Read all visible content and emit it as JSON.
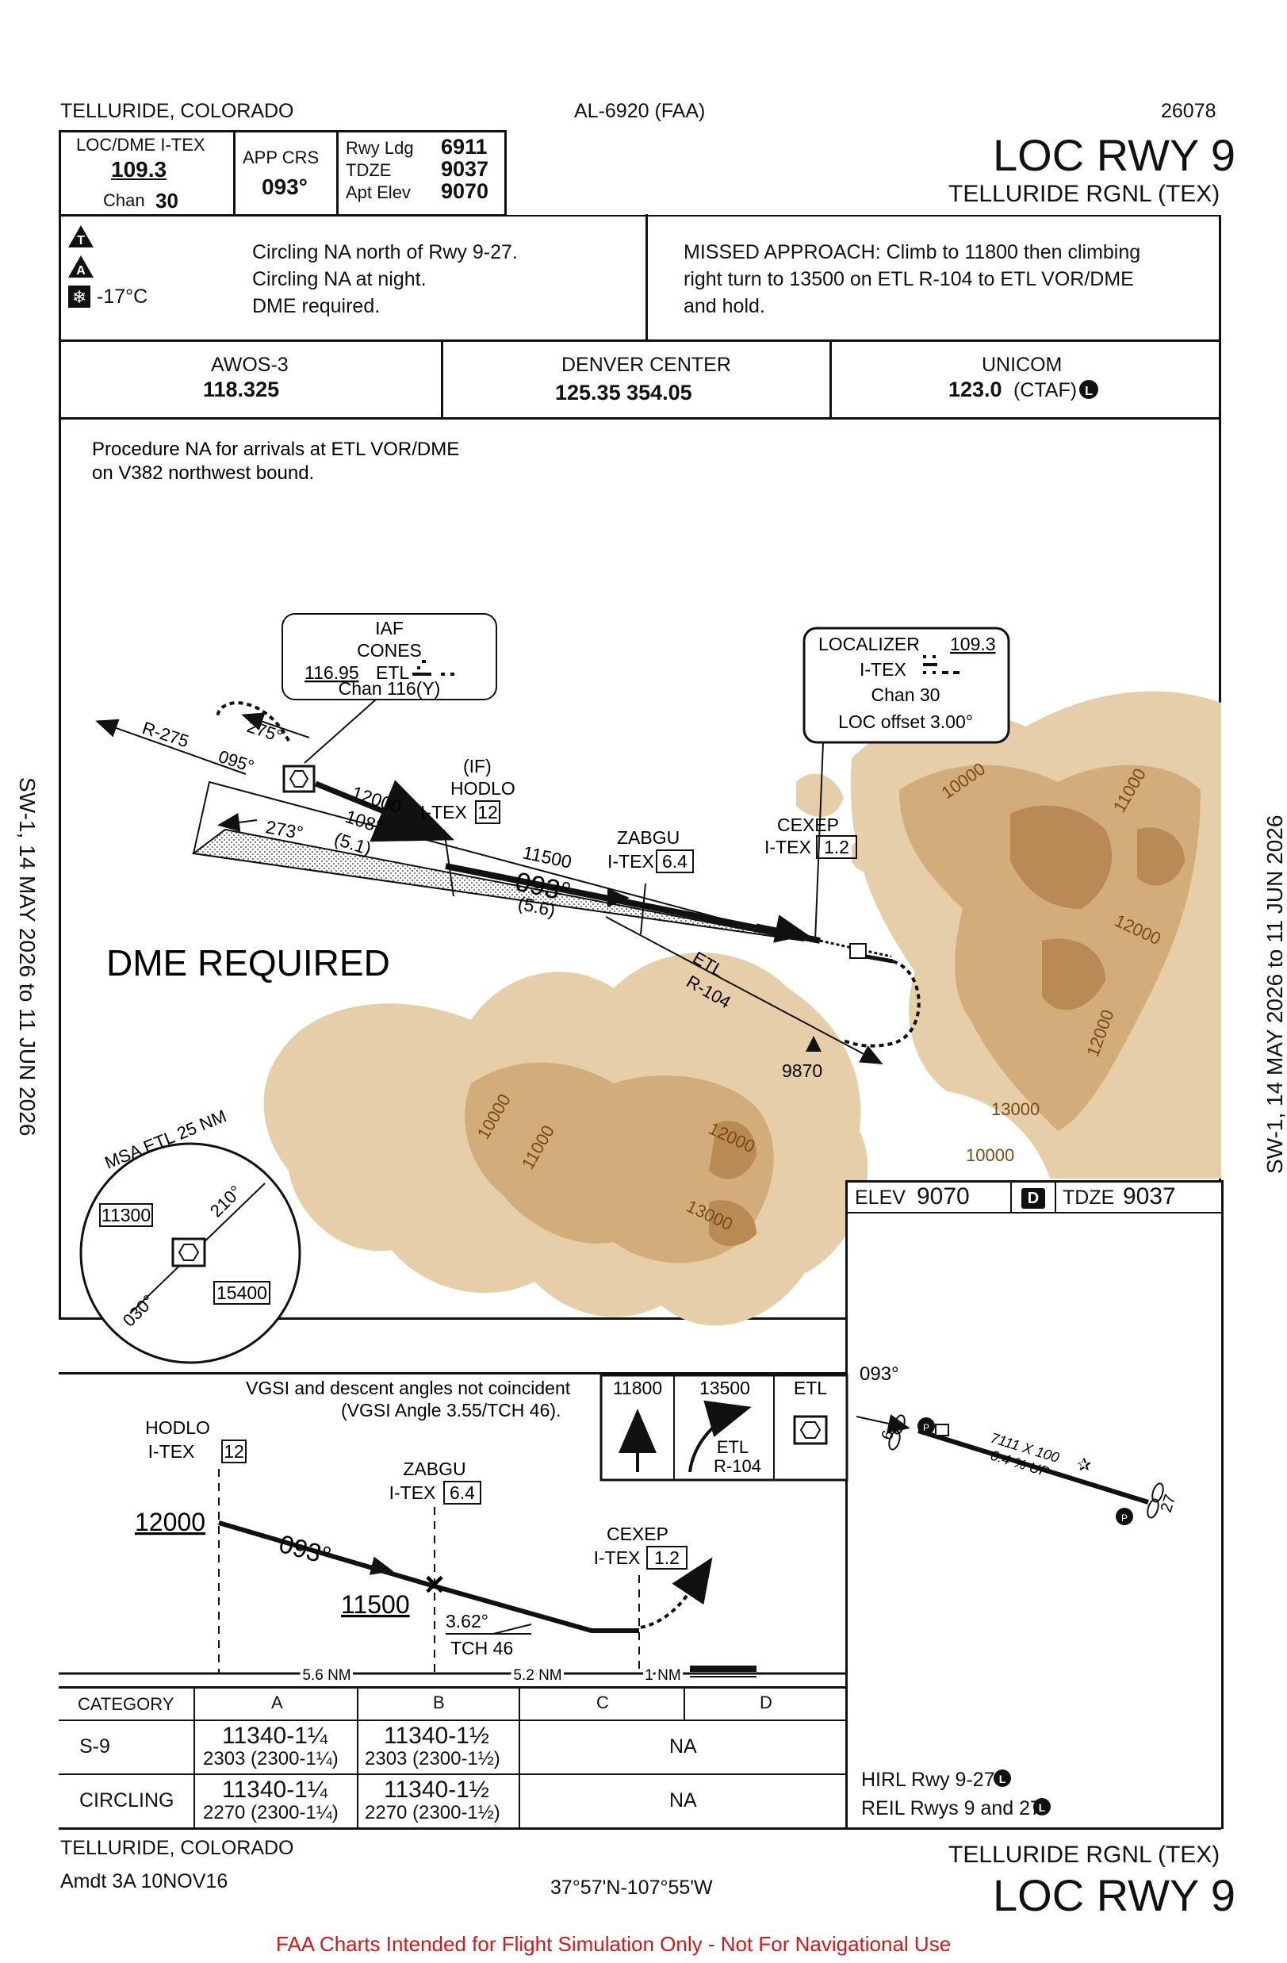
{
  "header": {
    "city": "TELLURIDE, COLORADO",
    "chart_id": "AL-6920 (FAA)",
    "number": "26078",
    "title": "LOC RWY 9",
    "airport": "TELLURIDE RGNL (TEX)"
  },
  "briefing": {
    "loc_label": "LOC/DME  I-TEX",
    "loc_freq": "109.3",
    "chan_label": "Chan",
    "chan_value": "30",
    "app_crs_label": "APP CRS",
    "app_crs": "093°",
    "rwy_ldg_label": "Rwy Ldg",
    "rwy_ldg": "6911",
    "tdze_label": "TDZE",
    "tdze": "9037",
    "apt_elev_label": "Apt Elev",
    "apt_elev": "9070",
    "temp": "-17°C",
    "notes": [
      "Circling NA north of Rwy 9-27.",
      "Circling NA at night.",
      "DME required."
    ],
    "missed": [
      "MISSED APPROACH:  Climb to 11800 then climbing",
      "right turn  to 13500 on ETL R-104 to ETL VOR/DME",
      "and hold."
    ]
  },
  "comms": [
    {
      "name": "AWOS-3",
      "freq": "118.325"
    },
    {
      "name": "DENVER CENTER",
      "freq": "125.35  354.05"
    },
    {
      "name": "UNICOM",
      "freq": "123.0",
      "suffix": "(CTAF)"
    }
  ],
  "plan": {
    "note": [
      "Procedure NA for arrivals at ETL VOR/DME",
      "on V382 northwest bound."
    ],
    "dme_required": "DME REQUIRED",
    "iaf": [
      "IAF",
      "CONES",
      "116.95",
      "ETL",
      "Chan 116(Y)"
    ],
    "localizer": [
      "LOCALIZER",
      "109.3",
      "I-TEX",
      "Chan 30",
      "LOC offset 3.00°"
    ],
    "r275": "R-275",
    "c095": "095°",
    "c275": "275°",
    "alt12000": "12000",
    "c108": "108°",
    "d51": "(5.1)",
    "c273": "273°",
    "if": "(IF)",
    "hodlo": "HODLO",
    "itex": "I-TEX",
    "d12": "12",
    "zabgu": "ZABGU",
    "d64": "6.4",
    "cexep": "CEXEP",
    "d12b": "1.2",
    "alt11500": "11500",
    "c093": "093°",
    "d56": "(5.6)",
    "etl": "ETL",
    "r104": "R-104",
    "peak": "9870",
    "contours": [
      "10000",
      "11000",
      "12000",
      "12000",
      "13000",
      "10000",
      "10000",
      "11000",
      "12000",
      "13000"
    ],
    "msa": "MSA ETL 25 NM",
    "msa_a": "11300",
    "msa_b": "15400",
    "msa_210": "210°",
    "msa_030": "030°"
  },
  "airport": {
    "elev_label": "ELEV",
    "elev": "9070",
    "tdze_label": "TDZE",
    "tdze": "9037",
    "d": "D",
    "crs": "093°",
    "rwy9": "9",
    "rwy27": "27",
    "dims": "7111 X 100",
    "grad": "0.4 % UP",
    "hirl": "HIRL Rwy 9-27",
    "reil": "REIL Rwys 9 and 27"
  },
  "profile": {
    "vgsi": [
      "VGSI and descent angles not coincident",
      "(VGSI Angle 3.55/TCH 46)."
    ],
    "hodlo": "HODLO",
    "itex": "I-TEX",
    "d12": "12",
    "zabgu": "ZABGU",
    "d64": "6.4",
    "cexep": "CEXEP",
    "d12b": "1.2",
    "alt12000": "12000",
    "alt11500": "11500",
    "crs": "093°",
    "gs": "3.62°",
    "tch": "TCH 46",
    "d1": "5.6 NM",
    "d2": "5.2 NM",
    "d3": "1 NM",
    "ma_alt1": "11800",
    "ma_alt2": "13500",
    "ma_fix": "ETL",
    "ma_etl": "ETL",
    "ma_r104": "R-104"
  },
  "minimums": {
    "headers": [
      "CATEGORY",
      "A",
      "B",
      "C",
      "D"
    ],
    "rows": [
      {
        "cat": "S-9",
        "a1": "11340-1¼",
        "a2": "2303 (2300-1¼)",
        "b1": "11340-1½",
        "b2": "2303 (2300-1½)",
        "cd": "NA"
      },
      {
        "cat": "CIRCLING",
        "a1": "11340-1¼",
        "a2": "2270 (2300-1¼)",
        "b1": "11340-1½",
        "b2": "2270 (2300-1½)",
        "cd": "NA"
      }
    ]
  },
  "footer": {
    "city": "TELLURIDE, COLORADO",
    "amdt": "Amdt 3A  10NOV16",
    "coords": "37°57'N-107°55'W",
    "airport": "TELLURIDE RGNL (TEX)",
    "title": "LOC RWY 9",
    "disclaimer": "FAA Charts Intended for Flight Simulation Only - Not For Navigational Use"
  },
  "side": {
    "left": "SW-1,  14 MAY 2026  to  11 JUN 2026",
    "right": "SW-1,  14 MAY 2026  to  11 JUN 2026"
  },
  "colors": {
    "terrain_light": "#e6cfa8",
    "terrain_mid": "#d2ad7a",
    "terrain_dark": "#b88a55",
    "contour_text": "#7a4a16",
    "disclaimer": "#d01818"
  }
}
